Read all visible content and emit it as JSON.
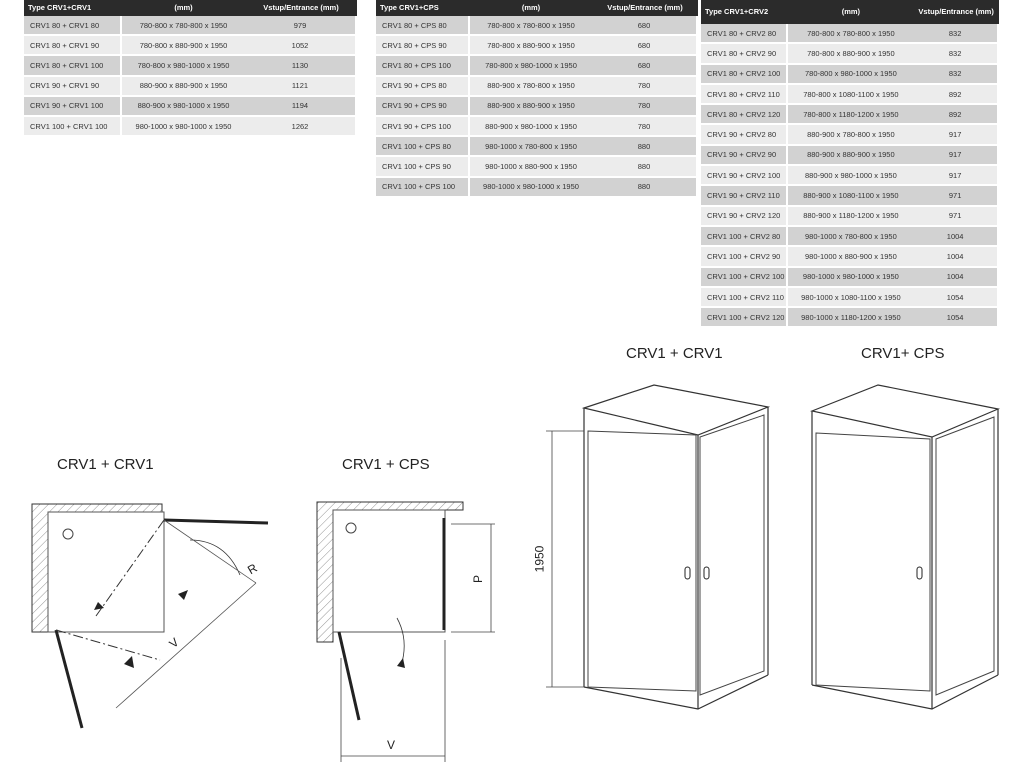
{
  "tables": [
    {
      "id": "crv1-crv1",
      "headers": [
        "Type CRV1+CRV1",
        "(mm)",
        "Vstup/Entrance (mm)"
      ],
      "rows": [
        [
          "CRV1 80 + CRV1 80",
          "780-800 x 780-800 x 1950",
          "979"
        ],
        [
          "CRV1 80 + CRV1 90",
          "780-800 x 880-900 x 1950",
          "1052"
        ],
        [
          "CRV1 80 + CRV1 100",
          "780-800 x 980-1000 x 1950",
          "1130"
        ],
        [
          "CRV1 90 + CRV1 90",
          "880-900 x 880-900 x 1950",
          "1121"
        ],
        [
          "CRV1 90 + CRV1 100",
          "880-900 x 980-1000 x 1950",
          "1194"
        ],
        [
          "CRV1 100 + CRV1 100",
          "980-1000 x 980-1000 x 1950",
          "1262"
        ]
      ]
    },
    {
      "id": "crv1-cps",
      "headers": [
        "Type CRV1+CPS",
        "(mm)",
        "Vstup/Entrance (mm)"
      ],
      "rows": [
        [
          "CRV1 80 + CPS 80",
          "780-800 x 780-800 x 1950",
          "680"
        ],
        [
          "CRV1 80 + CPS 90",
          "780-800 x 880-900 x 1950",
          "680"
        ],
        [
          "CRV1 80 + CPS 100",
          "780-800 x 980-1000 x 1950",
          "680"
        ],
        [
          "CRV1 90 + CPS 80",
          "880-900 x 780-800 x 1950",
          "780"
        ],
        [
          "CRV1 90 + CPS 90",
          "880-900 x 880-900 x 1950",
          "780"
        ],
        [
          "CRV1 90 + CPS 100",
          "880-900 x 980-1000 x 1950",
          "780"
        ],
        [
          "CRV1 100 + CPS 80",
          "980-1000 x 780-800 x 1950",
          "880"
        ],
        [
          "CRV1 100 + CPS 90",
          "980-1000 x 880-900 x 1950",
          "880"
        ],
        [
          "CRV1 100 + CPS 100",
          "980-1000 x 980-1000 x 1950",
          "880"
        ]
      ]
    },
    {
      "id": "crv1-crv2",
      "headers": [
        "Type CRV1+CRV2",
        "(mm)",
        "Vstup/Entrance (mm)"
      ],
      "rows": [
        [
          "CRV1 80 + CRV2 80",
          "780-800 x 780-800 x 1950",
          "832"
        ],
        [
          "CRV1 80 + CRV2 90",
          "780-800 x 880-900 x 1950",
          "832"
        ],
        [
          "CRV1 80 + CRV2 100",
          "780-800 x 980-1000 x 1950",
          "832"
        ],
        [
          "CRV1 80 + CRV2 110",
          "780-800 x 1080-1100 x 1950",
          "892"
        ],
        [
          "CRV1 80 + CRV2 120",
          "780-800 x 1180-1200 x 1950",
          "892"
        ],
        [
          "CRV1 90 + CRV2 80",
          "880-900 x 780-800 x 1950",
          "917"
        ],
        [
          "CRV1 90 + CRV2 90",
          "880-900 x 880-900 x 1950",
          "917"
        ],
        [
          "CRV1 90 + CRV2 100",
          "880-900 x 980-1000 x 1950",
          "917"
        ],
        [
          "CRV1 90 + CRV2 110",
          "880-900 x 1080-1100 x 1950",
          "971"
        ],
        [
          "CRV1 90 + CRV2 120",
          "880-900 x 1180-1200 x 1950",
          "971"
        ],
        [
          "CRV1 100 + CRV2 80",
          "980-1000 x 780-800 x 1950",
          "1004"
        ],
        [
          "CRV1 100 + CRV2 90",
          "980-1000 x 880-900 x 1950",
          "1004"
        ],
        [
          "CRV1 100 + CRV2 100",
          "980-1000 x 980-1000 x 1950",
          "1004"
        ],
        [
          "CRV1 100 + CRV2 110",
          "980-1000 x 1080-1100 x 1950",
          "1054"
        ],
        [
          "CRV1 100 + CRV2 120",
          "980-1000 x 1180-1200 x 1950",
          "1054"
        ]
      ]
    }
  ],
  "drawings": {
    "plan_left": {
      "title": "CRV1 + CRV1",
      "radius_label": "R",
      "entrance_label": "V"
    },
    "plan_mid": {
      "title": "CRV1 + CPS",
      "panel_label": "P",
      "entrance_label": "V"
    },
    "elev_left": {
      "title": "CRV1 + CRV1",
      "height_label": "1950"
    },
    "elev_right": {
      "title": "CRV1+ CPS"
    }
  }
}
